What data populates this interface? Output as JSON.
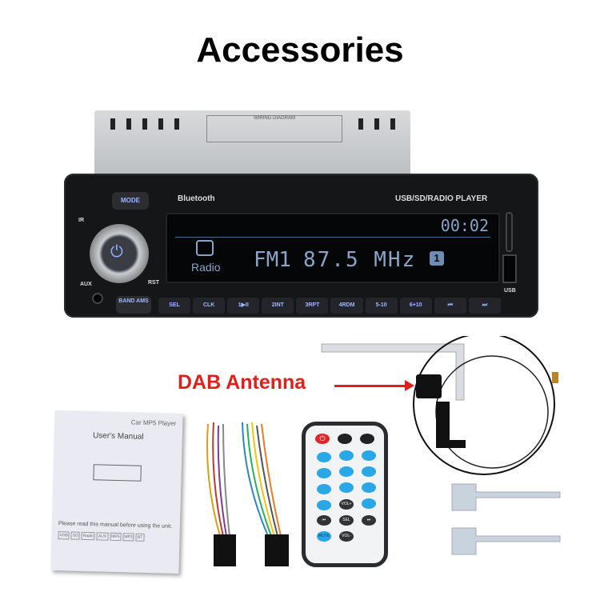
{
  "title": "Accessories",
  "head_unit": {
    "top_label": "WIRING DIAGRAM",
    "brand_left": "Bluetooth",
    "brand_right": "USB/SD/RADIO PLAYER",
    "labels": {
      "ir": "IR",
      "aux": "AUX",
      "rst": "RST",
      "usb": "USB",
      "mode": "MODE",
      "band_ams": "BAND AMS"
    },
    "display": {
      "clock": "00:02",
      "source_icon": "radio-icon",
      "source_label": "Radio",
      "band": "FM1",
      "frequency": "87.5 MHz",
      "preset": "1"
    },
    "buttons": [
      "SEL",
      "CLK",
      "1▶II",
      "2INT",
      "3RPT",
      "4RDM",
      "5-10",
      "6+10",
      "⏮",
      "⏭"
    ]
  },
  "dab_label": "DAB Antenna",
  "manual": {
    "header": "Car MP5 Player",
    "title": "User's Manual",
    "note": "Please read this manual before using the unit.",
    "badges": [
      "USB",
      "SD",
      "Radio",
      "AUX",
      "MP5",
      "MP3",
      "BT"
    ]
  },
  "remote": {
    "keys": [
      "VOL+",
      "SEL",
      "VOL-",
      "MUTE"
    ],
    "colors": {
      "power": "#e0252b",
      "keys": "#29a7e6",
      "body": "#f2f3f5"
    }
  },
  "colors": {
    "accent_red": "#e0201d",
    "display_text": "#8aa4c8"
  }
}
